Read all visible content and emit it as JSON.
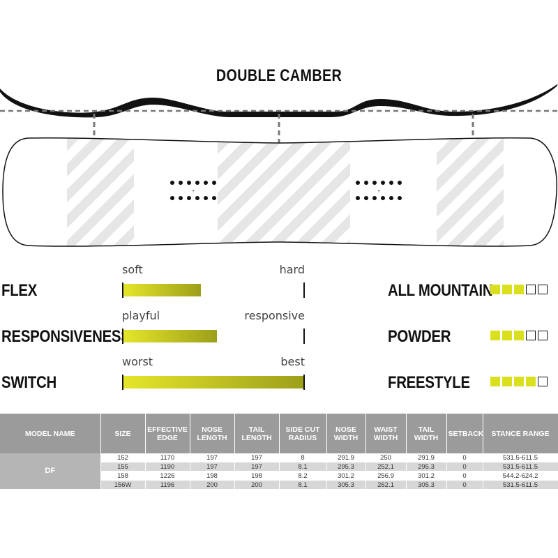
{
  "title": "DOUBLE CAMBER",
  "colors": {
    "accent": "#dbe01e",
    "header_bg": "#9b9b9b",
    "stripe": "#e6e6e6"
  },
  "meters": [
    {
      "label": "FLEX",
      "left": "soft",
      "right": "hard",
      "value": 0.43
    },
    {
      "label": "RESPONSIVENESS",
      "left": "playful",
      "right": "responsive",
      "value": 0.52
    },
    {
      "label": "SWITCH",
      "left": "worst",
      "right": "best",
      "value": 1.0
    }
  ],
  "ratings": [
    {
      "label": "ALL MOUNTAIN",
      "filled": 3,
      "total": 5
    },
    {
      "label": "POWDER",
      "filled": 3,
      "total": 5
    },
    {
      "label": "FREESTYLE",
      "filled": 4,
      "total": 5
    }
  ],
  "table": {
    "headers": [
      "MODEL NAME",
      "SIZE",
      "EFFECTIVE EDGE",
      "NOSE LENGTH",
      "TAIL LENGTH",
      "SIDE CUT RADIUS",
      "NOSE WIDTH",
      "WAIST WIDTH",
      "TAIL WIDTH",
      "SETBACK",
      "STANCE RANGE"
    ],
    "model": "DF",
    "rows": [
      [
        "152",
        "1170",
        "197",
        "197",
        "8",
        "291.9",
        "250",
        "291.9",
        "0",
        "531.5-611.5"
      ],
      [
        "155",
        "1190",
        "197",
        "197",
        "8.1",
        "295.3",
        "252.1",
        "295.3",
        "0",
        "531.5-611.5"
      ],
      [
        "158",
        "1226",
        "198",
        "198",
        "8.2",
        "301.2",
        "256.9",
        "301.2",
        "0",
        "544.2-624.2"
      ],
      [
        "156W",
        "1196",
        "200",
        "200",
        "8.1",
        "305.3",
        "262.1",
        "305.3",
        "0",
        "531.5-611.5"
      ]
    ]
  }
}
